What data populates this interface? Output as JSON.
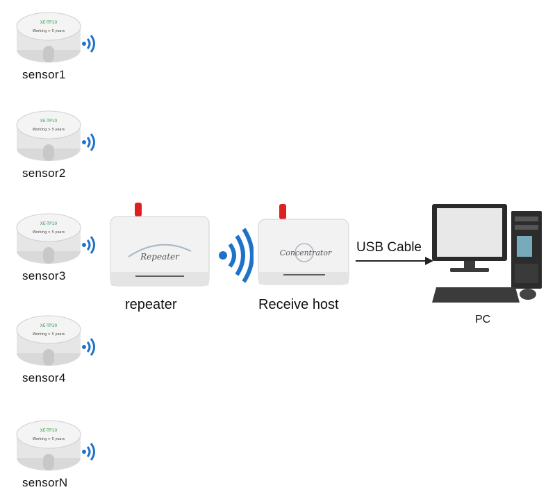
{
  "sensors": [
    {
      "label": "sensor1"
    },
    {
      "label": "sensor2"
    },
    {
      "label": "sensor3"
    },
    {
      "label": "sensor4"
    },
    {
      "label": "sensorN"
    }
  ],
  "sensor_device": {
    "model": "XE-TP10",
    "text": "Working > 5 years"
  },
  "repeater": {
    "label": "repeater",
    "device_text": "Repeater"
  },
  "receive_host": {
    "label": "Receive host",
    "device_text": "Concentrator"
  },
  "connection": {
    "label": "USB Cable"
  },
  "pc": {
    "label": "PC"
  },
  "colors": {
    "signal": "#1e73c8",
    "antenna": "#e02020",
    "device_body": "#f3f3f3"
  }
}
